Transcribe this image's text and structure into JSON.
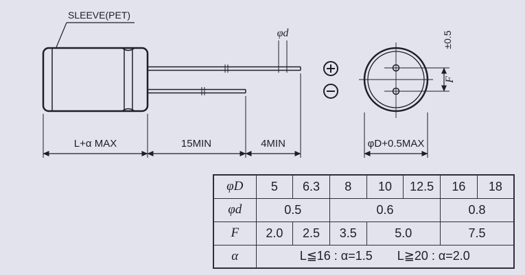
{
  "colors": {
    "background": "#e3e3ed",
    "line": "#1e1e28",
    "table_border": "#2e2e38"
  },
  "diagram": {
    "sleeve_label": "SLEEVE(PET)",
    "lead_diameter_label": "φd",
    "polarity_positive_icon": "circled-plus",
    "polarity_negative_icon": "circled-minus",
    "dimensions": {
      "body_length": "L+α MAX",
      "lead_length_min": "15MIN",
      "lead_tip_min": "4MIN",
      "sleeve_diameter": "φD+0.5MAX",
      "lead_spacing_tolerance": "±0.5",
      "lead_spacing": "F"
    }
  },
  "table": {
    "rows": {
      "diameter": {
        "label": "φD",
        "values": [
          "5",
          "6.3",
          "8",
          "10",
          "12.5",
          "16",
          "18"
        ]
      },
      "lead_diameter": {
        "label": "φd",
        "values": [
          "0.5",
          "0.6",
          "0.8"
        ]
      },
      "lead_spacing": {
        "label": "F",
        "values": [
          "2.0",
          "2.5",
          "3.5",
          "5.0",
          "7.5"
        ]
      },
      "alpha": {
        "label": "α",
        "note": "L≦16 : α=1.5  L≧20 : α=2.0"
      }
    }
  }
}
